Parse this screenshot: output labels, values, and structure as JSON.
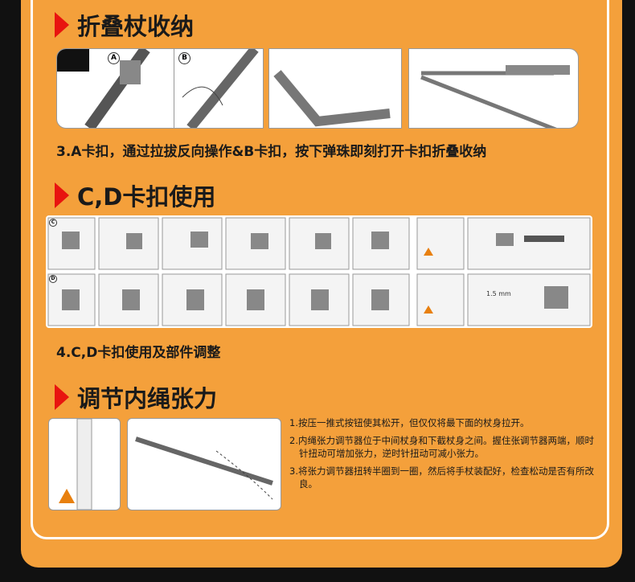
{
  "section1": {
    "title": "折叠杖收纳",
    "caption": "3.A卡扣，通过拉拔反向操作&B卡扣，按下弹珠即刻打开卡扣折叠收纳",
    "labels": [
      "A",
      "B"
    ]
  },
  "section2": {
    "title": "C,D卡扣使用",
    "caption": "4.C,D卡扣使用及部件调整",
    "labels": [
      "C",
      "D"
    ],
    "measure": "1.5 mm"
  },
  "section3": {
    "title": "调节内绳张力",
    "steps": [
      "1.按压一推式按钮使其松开，但仅仅将最下面的杖身拉开。",
      "2.内绳张力调节器位于中间杖身和下截杖身之间。握住张调节器两端，顺时针扭动可增加张力，逆时针扭动可减小张力。",
      "3.将张力调节器扭转半圈到一圈，然后将手杖装配好，检查松动是否有所改良。"
    ]
  }
}
